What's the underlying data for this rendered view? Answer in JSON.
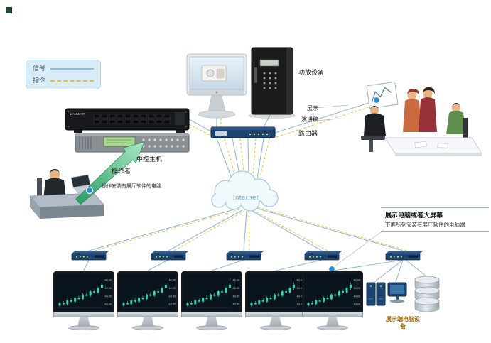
{
  "legend": {
    "signal": "信号",
    "command": "指令"
  },
  "labels": {
    "amplifier": "功放设备",
    "display": "展示",
    "speech": "演讲稿",
    "router": "路由器",
    "central_host": "中控主机",
    "operator": "操作者",
    "operator_note": "操作安装有展厅软件的电脑",
    "internet": "Internet",
    "rack_brand": "LANMART",
    "annotation_title": "展示电脑或者大屏幕",
    "annotation_note": "下面所列安装有展厅软件的电脑端",
    "terminal_devices": "展示端电脑设备"
  },
  "colors": {
    "signal_line": "#8fbcd9",
    "command_line": "#dfc23f",
    "device_navy": "#1c4270",
    "arrow_green": "#2f9e68",
    "dot_blue": "#2e8fd0",
    "legend_bg": "#d9ecf8",
    "candle": "#2fd8b0"
  },
  "chart": {
    "axis_labels": [
      "46.00",
      "45.00",
      "44.00",
      "43.00"
    ],
    "candles": [
      [
        4,
        8,
        16,
        20
      ],
      [
        10,
        16,
        12,
        22
      ],
      [
        8,
        12,
        24,
        28
      ],
      [
        18,
        24,
        20,
        30
      ],
      [
        16,
        20,
        32,
        36
      ],
      [
        26,
        32,
        28,
        38
      ],
      [
        24,
        28,
        42,
        46
      ],
      [
        36,
        42,
        38,
        48
      ],
      [
        34,
        38,
        52,
        56
      ],
      [
        46,
        52,
        48,
        58
      ],
      [
        44,
        48,
        62,
        66
      ],
      [
        56,
        62,
        72,
        78
      ]
    ]
  }
}
